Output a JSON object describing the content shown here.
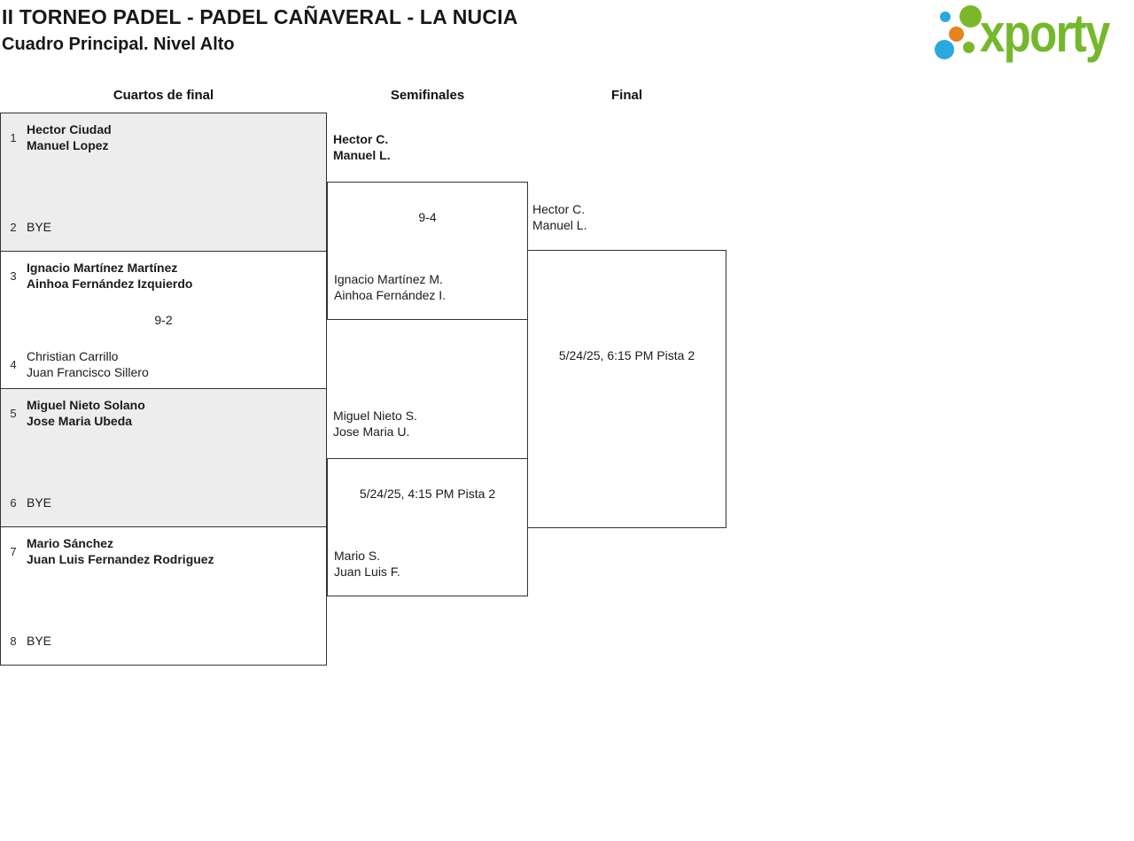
{
  "header": {
    "title": "II TORNEO PADEL - PADEL CAÑAVERAL - LA NUCIA",
    "subtitle": "Cuadro Principal. Nivel Alto"
  },
  "logo": {
    "brand": "xporty"
  },
  "colors": {
    "brand_green": "#76b82d",
    "brand_blue": "#29a9e0",
    "brand_orange": "#e8821e",
    "row_shade": "#ededed",
    "line": "#333333"
  },
  "columns": {
    "quarterfinals": "Cuartos de final",
    "semifinals": "Semifinales",
    "final": "Final"
  },
  "quarterfinals": [
    {
      "seed_top": "1",
      "top": [
        "Hector Ciudad",
        "Manuel Lopez"
      ],
      "score": "",
      "seed_bottom": "2",
      "bottom": [
        "BYE"
      ]
    },
    {
      "seed_top": "3",
      "top": [
        "Ignacio Martínez Martínez",
        "Ainhoa Fernández Izquierdo"
      ],
      "score": "9-2",
      "seed_bottom": "4",
      "bottom": [
        "Christian Carrillo",
        "Juan Francisco Sillero"
      ]
    },
    {
      "seed_top": "5",
      "top": [
        "Miguel Nieto Solano",
        "Jose Maria Ubeda"
      ],
      "score": "",
      "seed_bottom": "6",
      "bottom": [
        "BYE"
      ]
    },
    {
      "seed_top": "7",
      "top": [
        "Mario Sánchez",
        "Juan Luis Fernandez Rodriguez"
      ],
      "score": "",
      "seed_bottom": "8",
      "bottom": [
        "BYE"
      ]
    }
  ],
  "semifinals": [
    {
      "top": [
        "Hector C.",
        "Manuel L."
      ],
      "center": "9-4",
      "bottom": [
        "Ignacio Martínez M.",
        "Ainhoa Fernández I."
      ]
    },
    {
      "top": [
        "Miguel Nieto S.",
        "Jose Maria U."
      ],
      "center": "5/24/25, 4:15 PM Pista 2",
      "bottom": [
        "Mario S.",
        "Juan Luis F."
      ]
    }
  ],
  "final": {
    "top": [
      "Hector C.",
      "Manuel L."
    ],
    "center": "5/24/25, 6:15 PM Pista 2"
  }
}
